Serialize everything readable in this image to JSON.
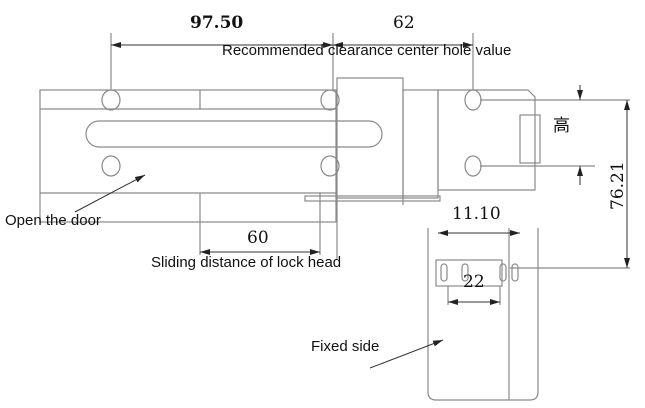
{
  "dimensions": {
    "bolt_hole_span": "97.50",
    "clearance_hole_span": "62",
    "sliding_distance": "60",
    "keeper_offset": "11.10",
    "slot_spacing": "22",
    "overall_height": "76.21",
    "height_label": "高"
  },
  "labels": {
    "clearance": "Recommended clearance center hole value",
    "open_door": "Open the door",
    "sliding": "Sliding distance of lock head",
    "fixed_side": "Fixed side"
  }
}
